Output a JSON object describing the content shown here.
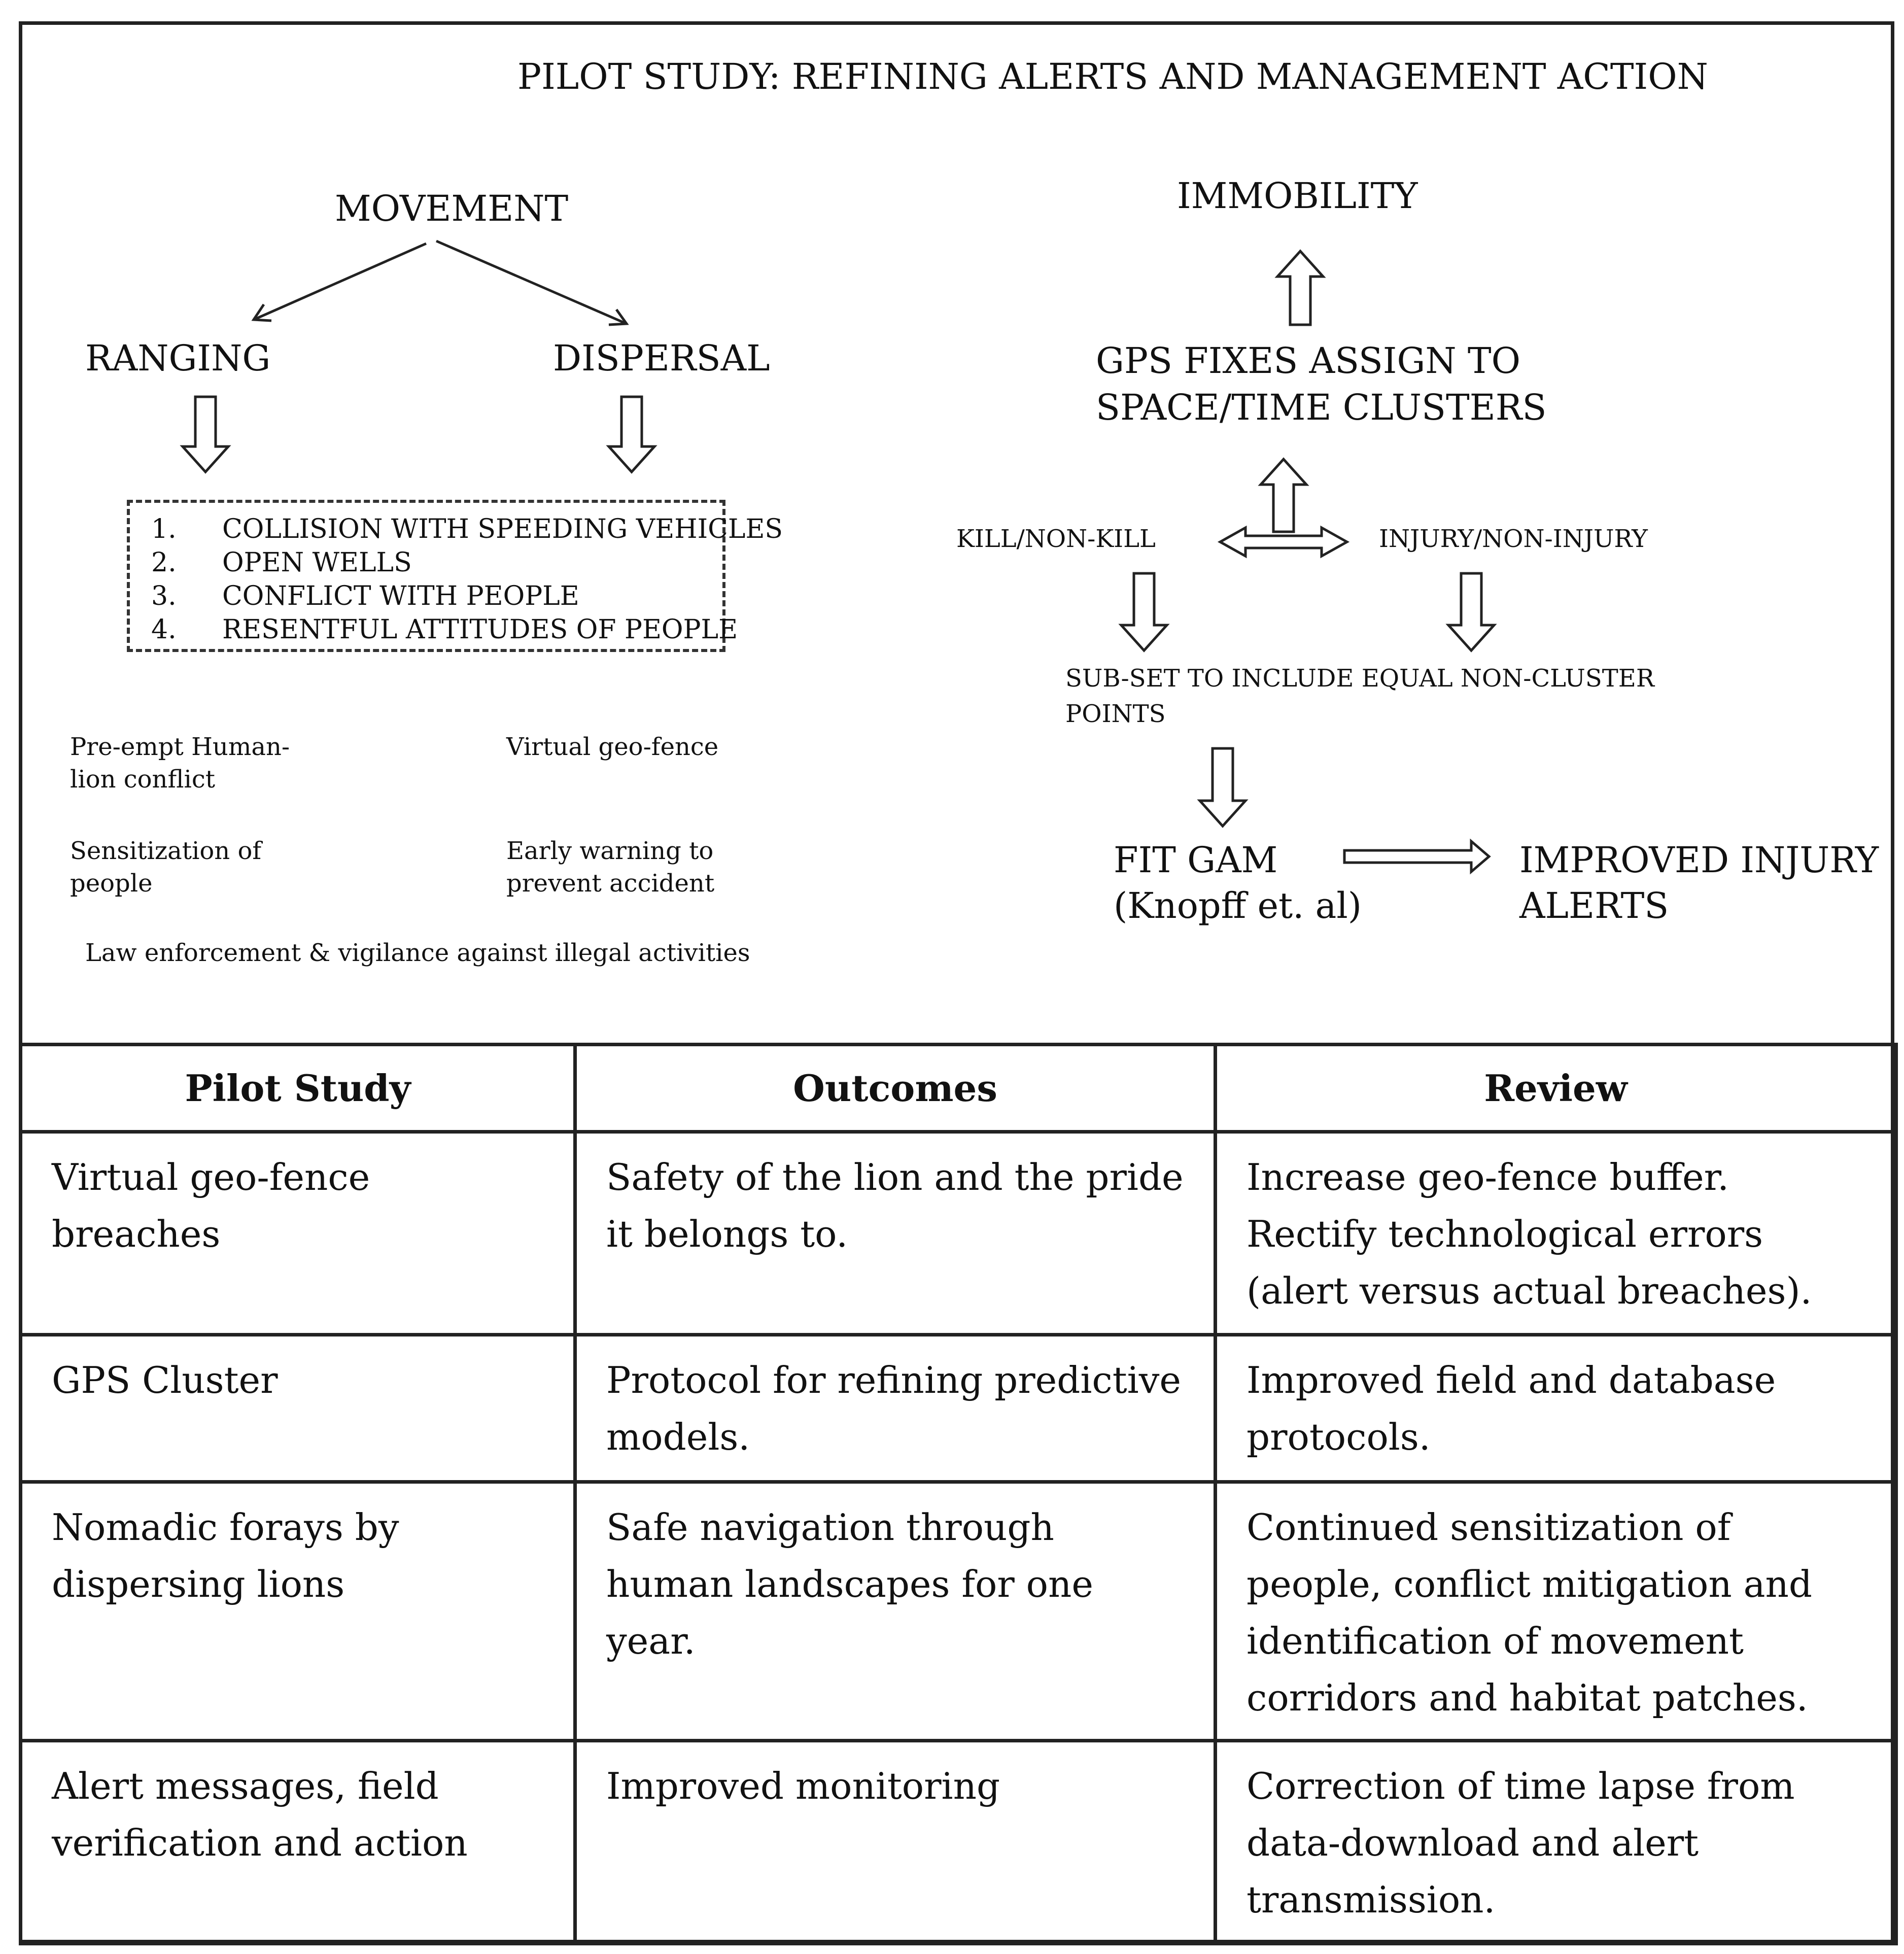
{
  "title": "PILOT STUDY: REFINING ALERTS AND MANAGEMENT ACTION",
  "left": {
    "movement": "MOVEMENT",
    "ranging": "RANGING",
    "dispersal": "DISPERSAL",
    "risks": [
      {
        "num": "1.",
        "text": "COLLISION WITH SPEEDING VEHICLES"
      },
      {
        "num": "2.",
        "text": "OPEN WELLS"
      },
      {
        "num": "3.",
        "text": "CONFLICT WITH PEOPLE"
      },
      {
        "num": "4.",
        "text": "RESENTFUL ATTITUDES OF PEOPLE"
      }
    ],
    "actions": {
      "preempt": "Pre-empt Human-lion conflict",
      "geofence": "Virtual geo-fence",
      "sensitization": "Sensitization of people",
      "early_warning": "Early warning to prevent accident",
      "law": "Law enforcement & vigilance against illegal activities"
    }
  },
  "right": {
    "immobility": "IMMOBILITY",
    "gps_line1": "GPS FIXES ASSIGN TO",
    "gps_line2": "SPACE/TIME CLUSTERS",
    "kill": "KILL/NON-KILL",
    "injury": "INJURY/NON-INJURY",
    "subset_line1": "SUB-SET TO INCLUDE EQUAL NON-CLUSTER",
    "subset_line2": "POINTS",
    "fit_line1": "FIT GAM",
    "fit_line2": "(Knopff et. al)",
    "improved_line1": "IMPROVED INJURY",
    "improved_line2": "ALERTS"
  },
  "table": {
    "headers": [
      "Pilot Study",
      "Outcomes",
      "Review"
    ],
    "rows": [
      [
        "Virtual geo-fence breaches",
        "Safety of the lion and the pride it belongs to.",
        "Increase geo-fence buffer. Rectify technological errors (alert versus actual breaches)."
      ],
      [
        "GPS Cluster",
        "Protocol for refining predictive models.",
        "Improved field and database protocols."
      ],
      [
        "Nomadic forays by dispersing lions",
        "Safe navigation through human landscapes for one year.",
        "Continued sensitization of people, conflict mitigation and identification of movement corridors and habitat patches."
      ],
      [
        "Alert messages, field verification and action",
        "Improved monitoring",
        "Correction of time lapse from data-download and alert transmission."
      ]
    ]
  }
}
